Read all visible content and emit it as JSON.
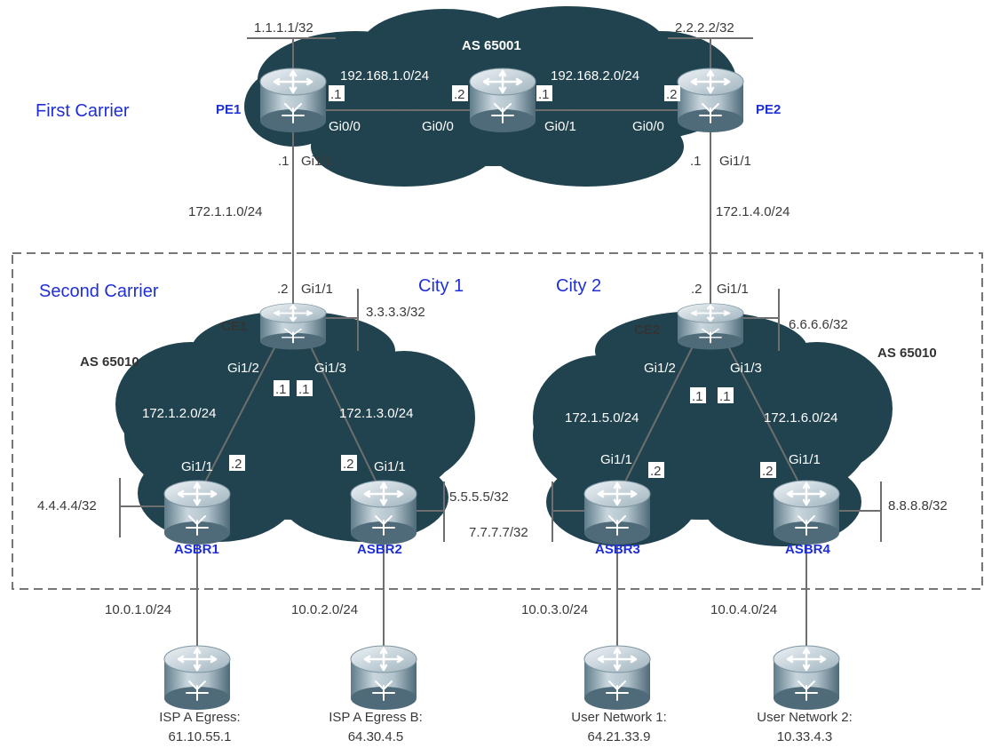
{
  "colors": {
    "cloud": "#21434f",
    "link": "#6e6e6e",
    "node_label": "#1f2fd6",
    "region_label": "#1f2fd6",
    "text": "#3a3a3a"
  },
  "regions": {
    "first_carrier": "First Carrier",
    "second_carrier": "Second Carrier",
    "city1": "City 1",
    "city2": "City 2"
  },
  "as": {
    "core": "AS 65001",
    "city1": "AS 65010",
    "city2": "AS 65010"
  },
  "nodes": {
    "pe1": "PE1",
    "pe2": "PE2",
    "p": "",
    "ce1": "CE1",
    "ce2": "CE2",
    "asbr1": "ASBR1",
    "asbr2": "ASBR2",
    "asbr3": "ASBR3",
    "asbr4": "ASBR4"
  },
  "loopbacks": {
    "pe1": "1.1.1.1/32",
    "pe2": "2.2.2.2/32",
    "ce1": "3.3.3.3/32",
    "asbr1": "4.4.4.4/32",
    "asbr2": "5.5.5.5/32",
    "ce2": "6.6.6.6/32",
    "asbr3": "7.7.7.7/32",
    "asbr4": "8.8.8.8/32"
  },
  "subnets": {
    "pe1_p": "192.168.1.0/24",
    "p_pe2": "192.168.2.0/24",
    "pe1_ce1": "172.1.1.0/24",
    "pe2_ce2": "172.1.4.0/24",
    "ce1_asbr1": "172.1.2.0/24",
    "ce1_asbr2": "172.1.3.0/24",
    "ce2_asbr3": "172.1.5.0/24",
    "ce2_asbr4": "172.1.6.0/24",
    "asbr1_isp": "10.0.1.0/24",
    "asbr2_isp": "10.0.2.0/24",
    "asbr3_user": "10.0.3.0/24",
    "asbr4_user": "10.0.4.0/24"
  },
  "interfaces": {
    "pe1_gi00": "Gi0/0",
    "p_gi00": "Gi0/0",
    "p_gi01": "Gi0/1",
    "pe2_gi00": "Gi0/0",
    "pe1_gi11": "Gi1/1",
    "pe2_gi11": "Gi1/1",
    "ce1_gi11": "Gi1/1",
    "ce1_gi12": "Gi1/2",
    "ce1_gi13": "Gi1/3",
    "ce2_gi11": "Gi1/1",
    "ce2_gi12": "Gi1/2",
    "ce2_gi13": "Gi1/3",
    "asbr1_gi11": "Gi1/1",
    "asbr2_gi11": "Gi1/1",
    "asbr3_gi11": "Gi1/1",
    "asbr4_gi11": "Gi1/1"
  },
  "host_ids": {
    "pe1_core": ".1",
    "p_left": ".2",
    "p_right": ".1",
    "pe2_core": ".2",
    "pe1_down": ".1",
    "pe2_down": ".1",
    "ce1_up": ".2",
    "ce2_up": ".2",
    "ce1_left": ".1",
    "ce1_right": ".1",
    "ce2_left": ".1",
    "ce2_right": ".1",
    "asbr1": ".2",
    "asbr2": ".2",
    "asbr3": ".2",
    "asbr4": ".2"
  },
  "egress": {
    "isp_a_title": "ISP A Egress:",
    "isp_a_addr": "61.10.55.1",
    "isp_b_title": "ISP A Egress B:",
    "isp_b_addr": "64.30.4.5",
    "user1_title": "User Network 1:",
    "user1_addr": "64.21.33.9",
    "user2_title": "User Network 2:",
    "user2_addr": "10.33.4.3"
  }
}
